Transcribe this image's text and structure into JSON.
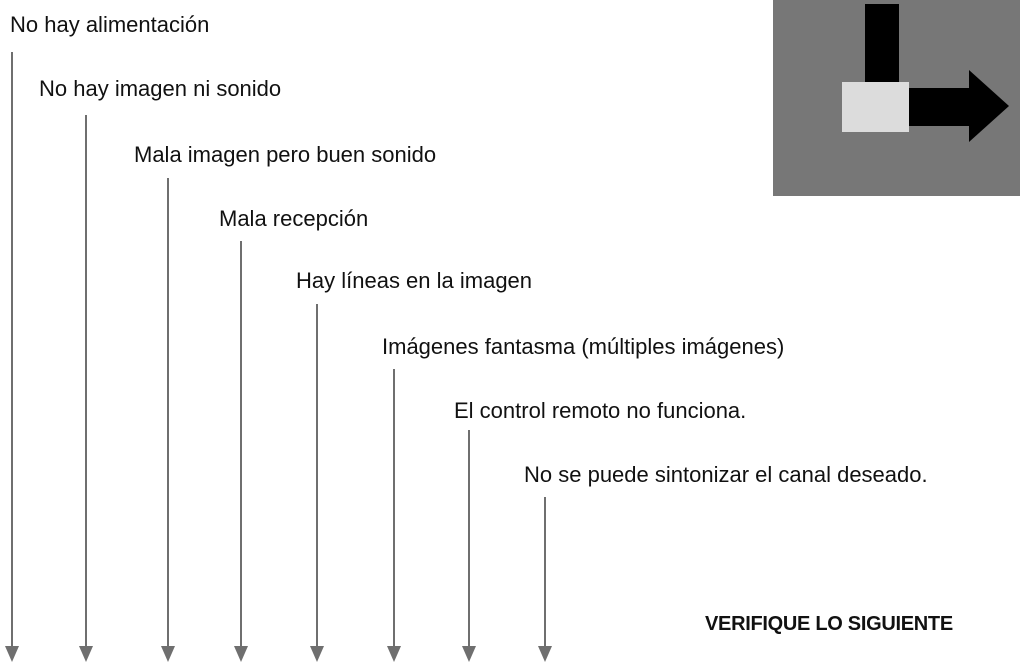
{
  "symptoms": [
    {
      "label": "No hay alimentación"
    },
    {
      "label": "No hay imagen ni sonido"
    },
    {
      "label": "Mala imagen pero buen sonido"
    },
    {
      "label": "Mala recepción"
    },
    {
      "label": "Hay líneas en la imagen"
    },
    {
      "label": "Imágenes fantasma (múltiples imágenes)"
    },
    {
      "label": "El control remoto no funciona."
    },
    {
      "label": "No se puede sintonizar el canal deseado."
    }
  ],
  "footer": {
    "check_label": "VERIFIQUE LO SIGUIENTE"
  },
  "colors": {
    "arrow": "#6f6f6f",
    "text": "#111111",
    "panel_bg": "#777777",
    "panel_square": "#dcdcdc",
    "panel_path": "#000000"
  },
  "icon": "path-arrow-icon"
}
